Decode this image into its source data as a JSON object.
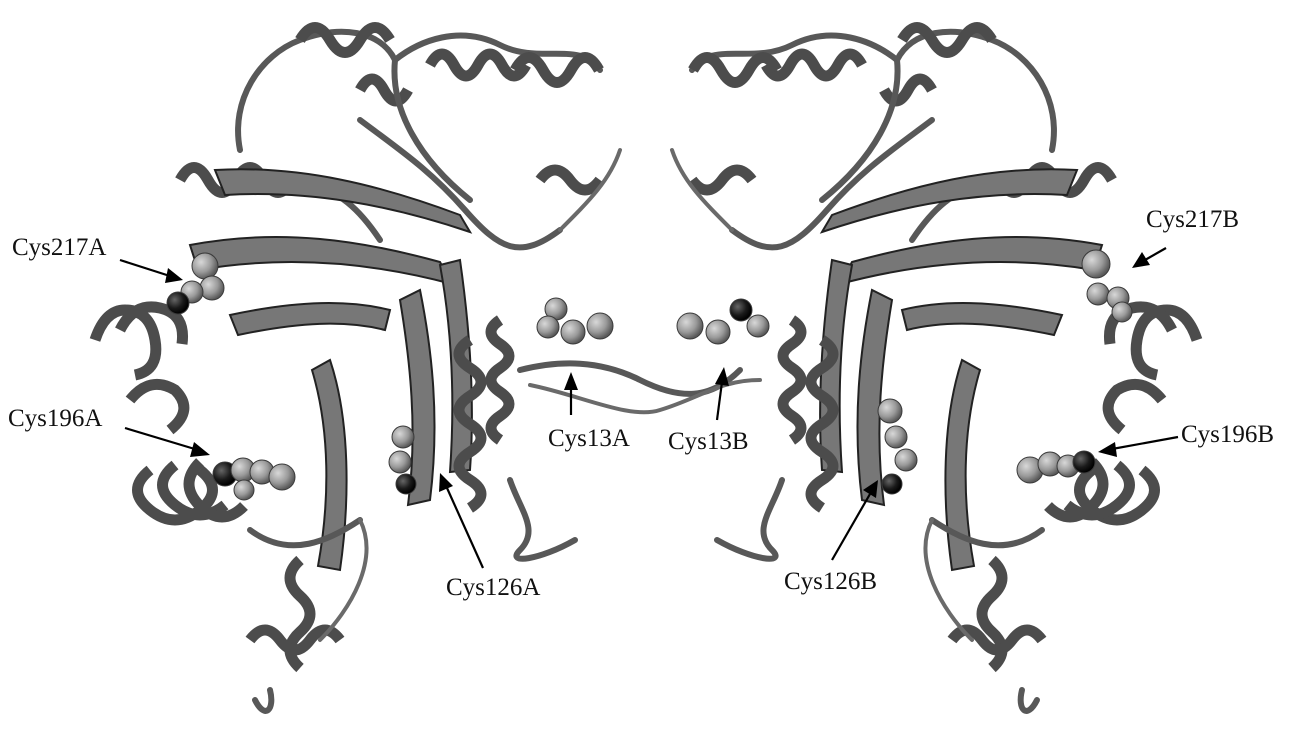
{
  "labels": {
    "cys217a": "Cys217A",
    "cys196a": "Cys196A",
    "cys126a": "Cys126A",
    "cys13a": "Cys13A",
    "cys13b": "Cys13B",
    "cys126b": "Cys126B",
    "cys196b": "Cys196B",
    "cys217b": "Cys217B"
  },
  "colors": {
    "background": "#ffffff",
    "ribbon": "#6e6e6e",
    "sulfur_atom": "#1a1a1a",
    "carbon_atom": "#9a9a9a"
  }
}
